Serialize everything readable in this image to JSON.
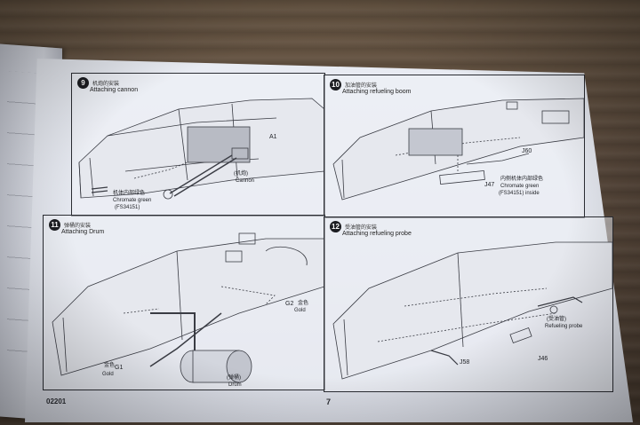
{
  "steps": [
    {
      "number": "9",
      "title_cn": "机炮的安装",
      "title_en": "Attaching cannon",
      "labels": {
        "part": "A1",
        "cannon_cn": "(机炮)",
        "cannon_en": "Cannon",
        "paint_cn": "机体内部绿色",
        "paint_en": "Chromate green",
        "paint_code": "(FS34151)"
      }
    },
    {
      "number": "10",
      "title_cn": "加油管的安装",
      "title_en": "Attaching refueling boom",
      "labels": {
        "part1": "J60",
        "part2": "J47",
        "paint_cn": "内侧机体内部绿色",
        "paint_en": "Chromate green",
        "paint_code": "(FS34151) inside"
      }
    },
    {
      "number": "11",
      "title_cn": "弹桶的安装",
      "title_en": "Attaching Drum",
      "labels": {
        "g2": "G2",
        "g2_cn": "金色",
        "g2_en": "Gold",
        "g1": "G1",
        "g1_cn": "金色",
        "g1_en": "Gold",
        "drum_cn": "(弹桶)",
        "drum_en": "Drum"
      }
    },
    {
      "number": "12",
      "title_cn": "受油管的安装",
      "title_en": "Attaching refueling probe",
      "labels": {
        "probe_cn": "(受油管)",
        "probe_en": "Refueling probe",
        "j58": "J58",
        "j46": "J46"
      }
    }
  ],
  "footer": {
    "code": "02201",
    "page": "7"
  }
}
